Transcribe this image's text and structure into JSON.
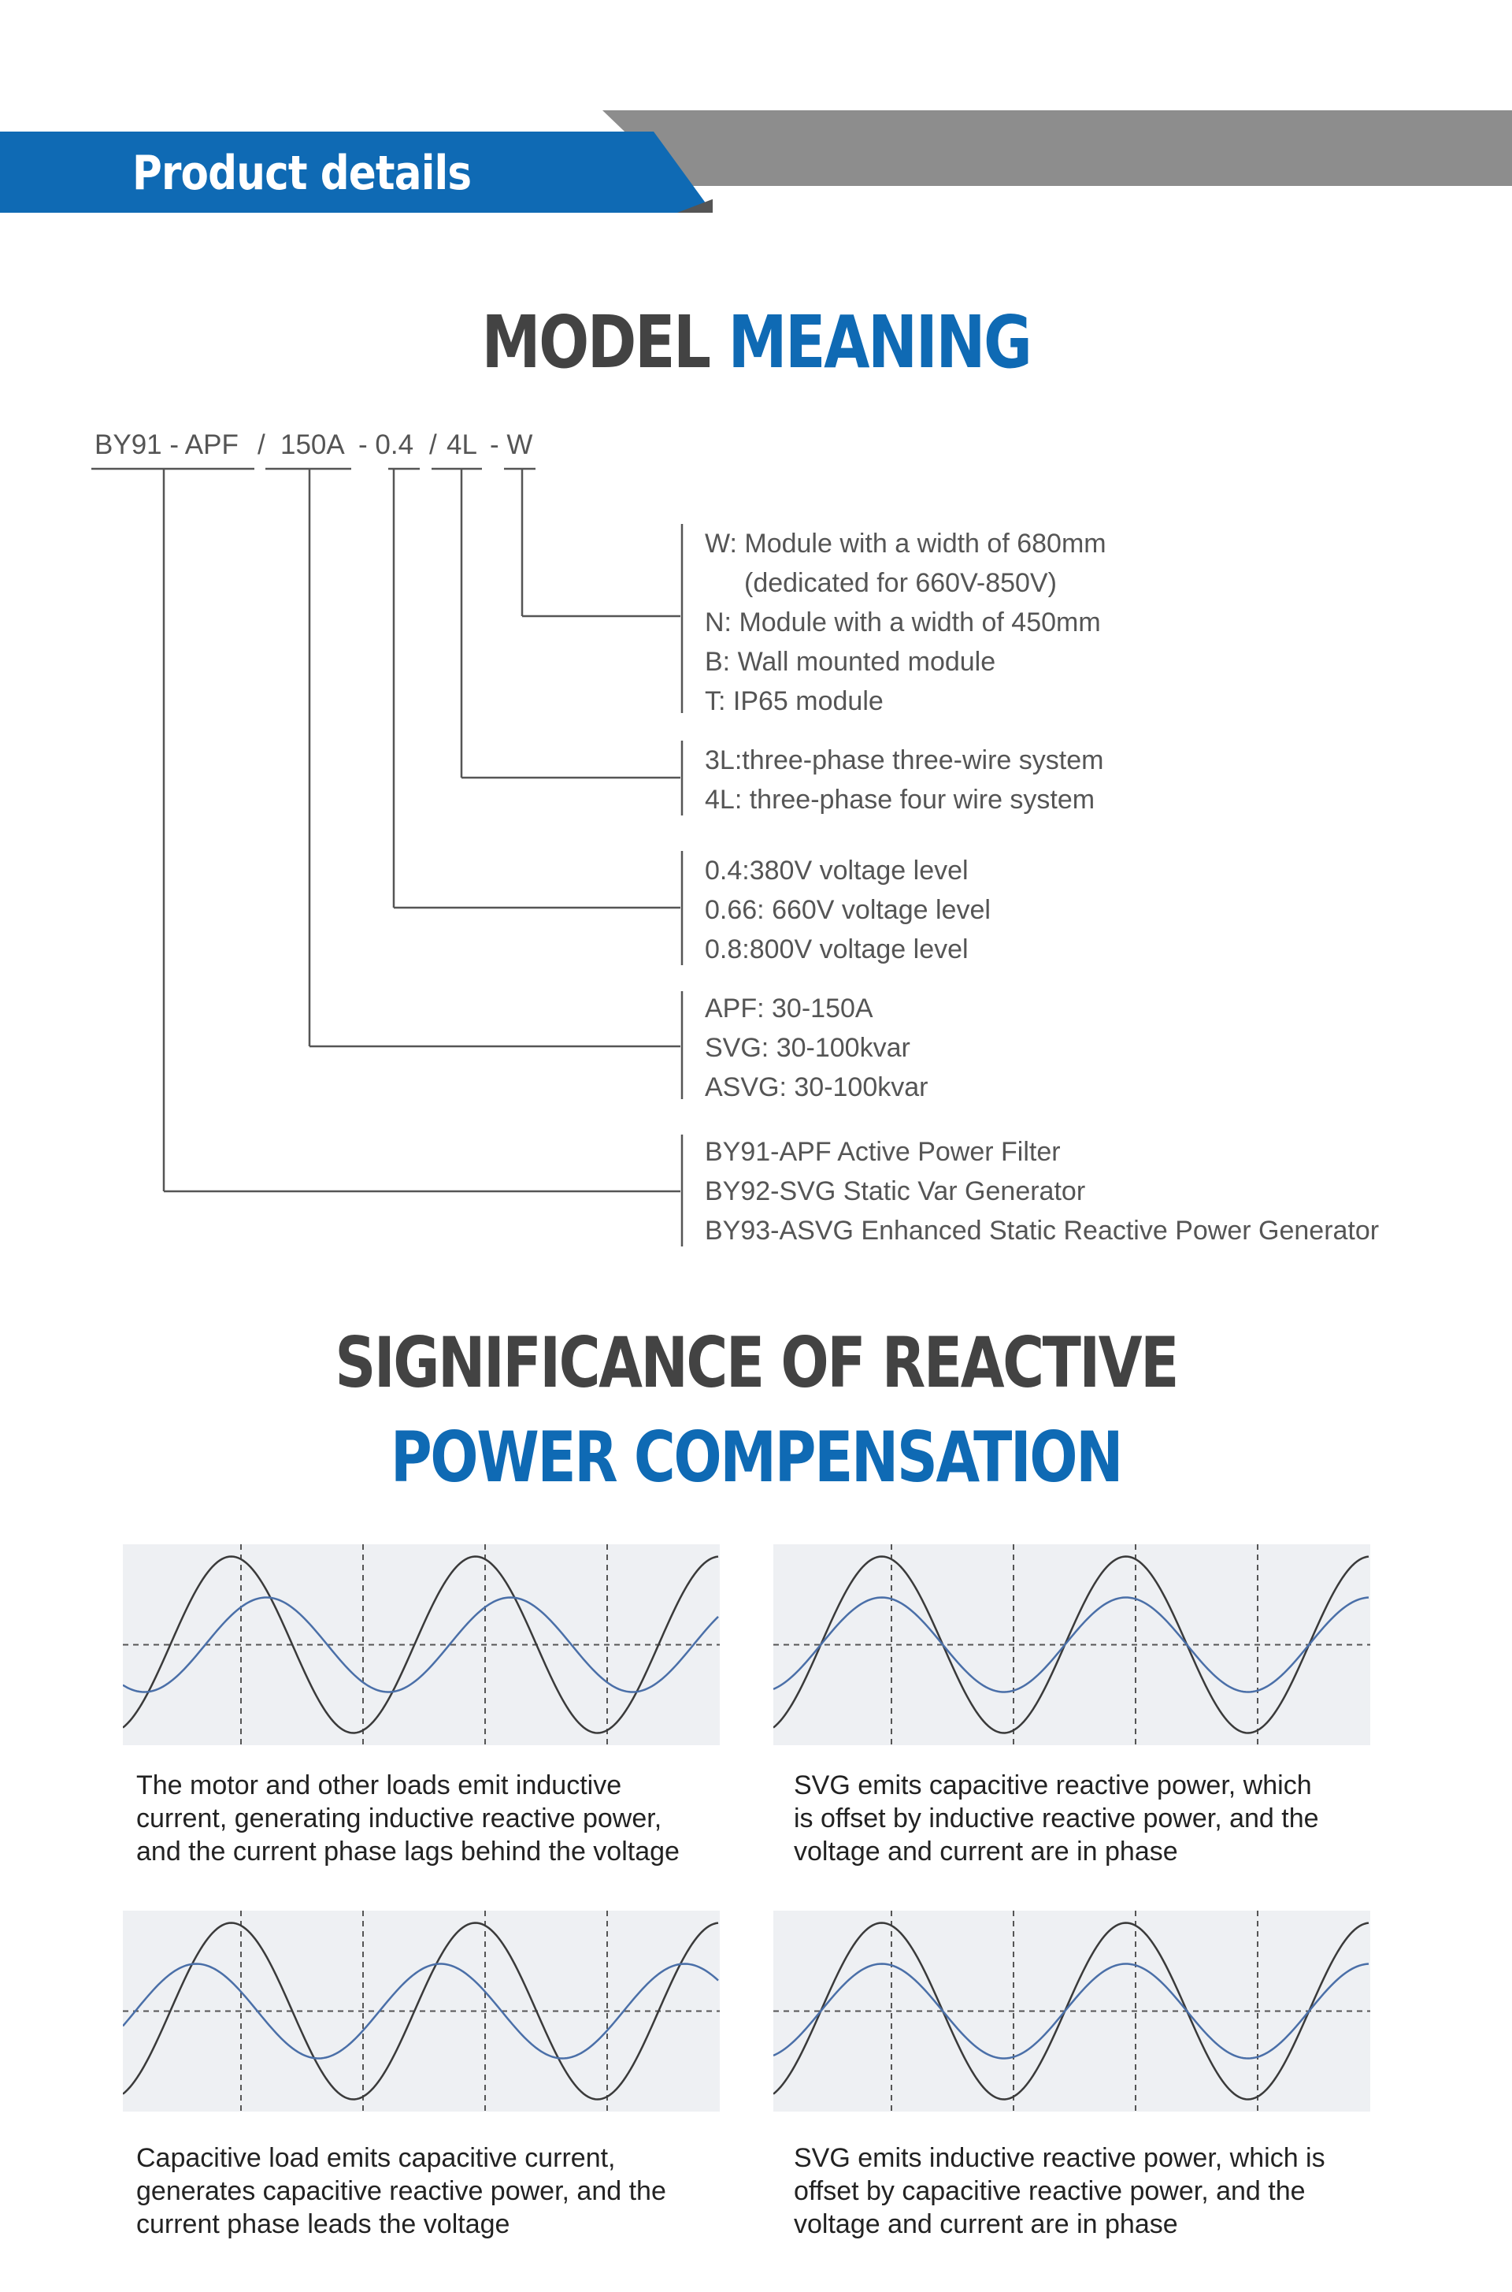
{
  "header": {
    "title": "Product details",
    "blue": "#0f6ab4",
    "gray": "#8d8d8d"
  },
  "model_meaning": {
    "title_dark": "MODEL",
    "title_blue": "MEANING",
    "code_parts": [
      "BY91 - APF",
      "150A",
      "- 0.4",
      "4L",
      "- W"
    ],
    "separators": [
      "/",
      "/"
    ],
    "groups": [
      {
        "lines": [
          "W: Module with a width of 680mm",
          "(dedicated for 660V-850V)",
          "N: Module with a width of 450mm",
          "B: Wall mounted module",
          "T: IP65 module"
        ]
      },
      {
        "lines": [
          "3L:three-phase three-wire system",
          "4L: three-phase four wire system"
        ]
      },
      {
        "lines": [
          "0.4:380V voltage level",
          "0.66: 660V voltage level",
          "0.8:800V voltage level"
        ]
      },
      {
        "lines": [
          "APF: 30-150A",
          "SVG: 30-100kvar",
          "ASVG: 30-100kvar"
        ]
      },
      {
        "lines": [
          "BY91-APF Active Power Filter",
          "BY92-SVG Static Var Generator",
          "BY93-ASVG Enhanced Static Reactive Power Generator"
        ]
      }
    ]
  },
  "significance": {
    "title_line1": "SIGNIFICANCE OF REACTIVE",
    "title_line2": "POWER COMPENSATION",
    "panels": [
      {
        "caption": [
          "The motor and other loads emit inductive",
          "current, generating inductive reactive power,",
          "and the current phase lags behind the voltage"
        ],
        "current_phase": "lags"
      },
      {
        "caption": [
          "SVG emits capacitive reactive power, which",
          "is offset by inductive reactive power, and the",
          "voltage and current are in phase"
        ],
        "current_phase": "in-phase"
      },
      {
        "caption": [
          "Capacitive load emits capacitive current,",
          "generates capacitive reactive power, and the",
          "current phase leads the voltage"
        ],
        "current_phase": "leads"
      },
      {
        "caption": [
          "SVG emits inductive reactive power, which is",
          "offset by capacitive reactive power, and the",
          "voltage and current are in phase"
        ],
        "current_phase": "in-phase"
      }
    ],
    "voltage_color": "#3a3a3a",
    "current_color": "#4a6fa8"
  }
}
